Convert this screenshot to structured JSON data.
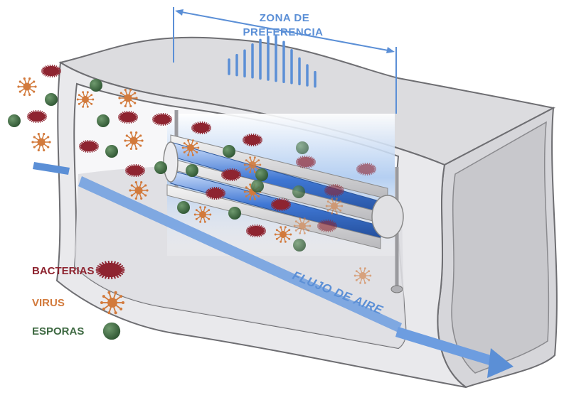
{
  "zone": {
    "line1": "ZONA DE",
    "line2": "PREFERENCIA"
  },
  "flow_label": "FLUJO DE AIRE",
  "legend": [
    {
      "label": "BACTERIAS",
      "kind": "bacteria"
    },
    {
      "label": "VIRUS",
      "kind": "virus"
    },
    {
      "label": "ESPORAS",
      "kind": "spore"
    }
  ],
  "colors": {
    "bacteria": "#8e2430",
    "virus": "#d27a3c",
    "spore": "#3f6a43",
    "accent_blue": "#5b8fd6",
    "duct": "#e6e6e8",
    "outline": "#6e6e72"
  },
  "icons": [
    "bacteria-icon",
    "virus-icon",
    "spore-icon",
    "flow-arrow-icon",
    "uv-lamp-icon"
  ]
}
